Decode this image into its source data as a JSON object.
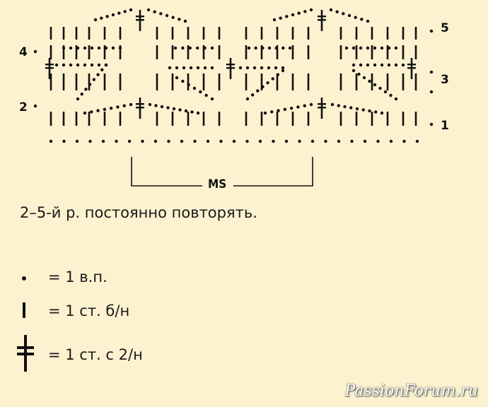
{
  "row_numbers_left": [
    "4",
    "2"
  ],
  "row_numbers_right": [
    "5",
    "3",
    "1"
  ],
  "repeat_label": "MS",
  "instruction": "2–5-й р. постоянно повторять.",
  "legend": [
    {
      "symbol": "chain-stitch-dot",
      "text": "= 1 в.п."
    },
    {
      "symbol": "single-crochet-bar",
      "text": "= 1 ст. б/н"
    },
    {
      "symbol": "double-treble-cross",
      "text": "= 1 ст. с 2/н"
    }
  ],
  "watermark": "PassionForum.ru",
  "colors": {
    "background": "#fdf2cf",
    "ink": "#111111",
    "watermark": "#ffffff"
  }
}
